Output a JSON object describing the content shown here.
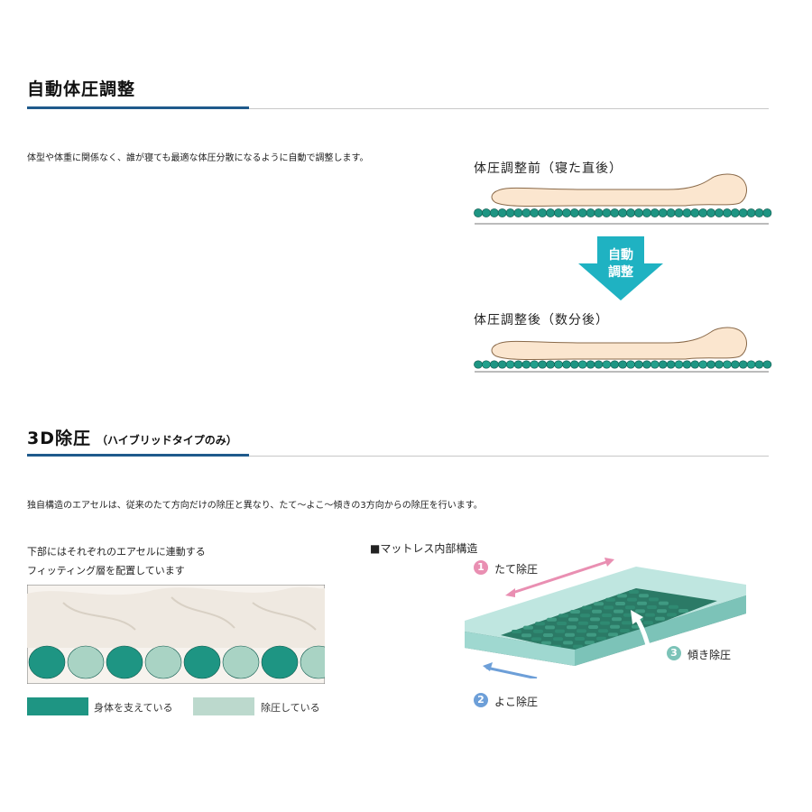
{
  "section1": {
    "title": "自動体圧調整",
    "description": "体型や体重に関係なく、誰が寝ても最適な体圧分散になるように自動で調整します。",
    "before_label": "体圧調整前（寝た直後）",
    "arrow_text_1": "自動",
    "arrow_text_2": "調整",
    "after_label": "体圧調整後（数分後）"
  },
  "section2": {
    "title": "3D除圧",
    "title_sub": "（ハイブリッドタイプのみ）",
    "description": "独自構造のエアセルは、従来のたて方向だけの除圧と異なり、たて〜よこ〜傾きの3方向からの除圧を行います。",
    "left_caption_1": "下部にはそれぞれのエアセルに連動する",
    "left_caption_2": "フィッティング層を配置しています",
    "legend_support": "身体を支えている",
    "legend_relieve": "除圧している",
    "structure_label": "■マットレス内部構造",
    "dir1_num": "1",
    "dir1_label": "たて除圧",
    "dir2_num": "2",
    "dir2_label": "よこ除圧",
    "dir3_num": "3",
    "dir3_label": "傾き除圧"
  },
  "colors": {
    "accent_blue": "#1f5a8c",
    "cell_dark": "#1e9583",
    "cell_light": "#a9d3c4",
    "skin": "#fbe6cf",
    "arrow_teal": "#1fb2c2",
    "pink": "#e98fb2",
    "blue_arrow": "#6d9fd8"
  }
}
